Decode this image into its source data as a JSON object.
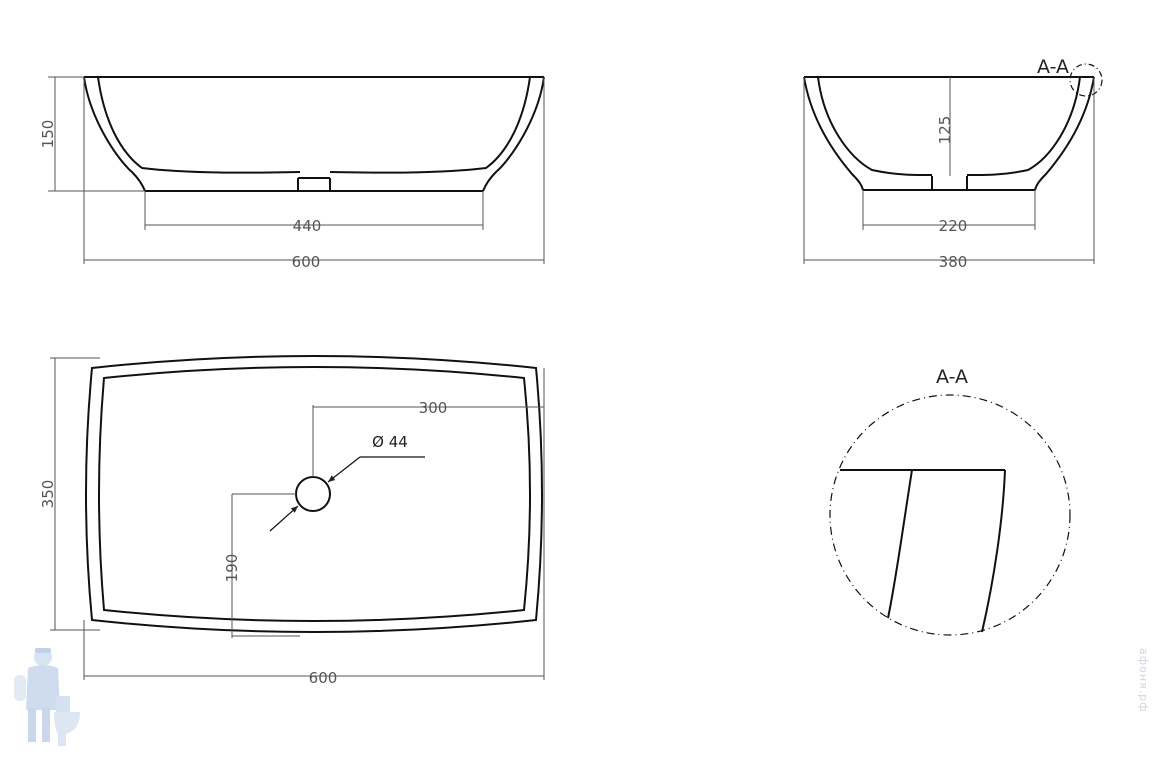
{
  "front_view": {
    "height": "150",
    "base_width": "440",
    "total_width": "600"
  },
  "side_view": {
    "depth": "125",
    "base_width": "220",
    "total_width": "380",
    "section_marker": "A-A"
  },
  "top_view": {
    "width": "600",
    "height": "350",
    "drain_offset_x": "300",
    "drain_offset_y": "190",
    "drain_diameter": "Ø 44"
  },
  "detail_view": {
    "label": "A-A"
  },
  "watermark": {
    "text": "афоня.рф",
    "icon": "plumber-mascot-icon"
  }
}
